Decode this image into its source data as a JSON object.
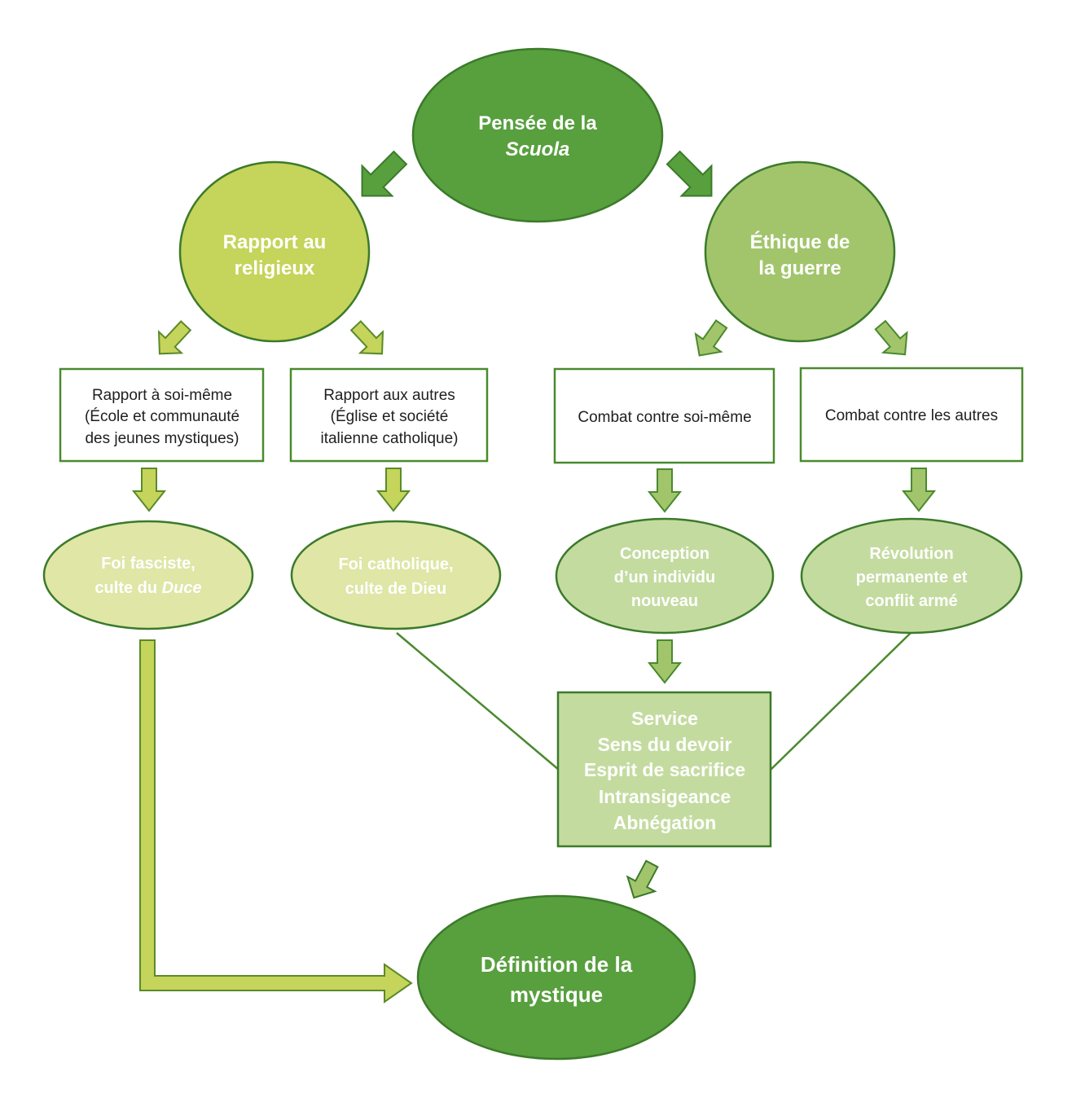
{
  "colors": {
    "dark_green": "#589f3e",
    "dark_green_stroke": "#3b7a2a",
    "lime": "#c5d45a",
    "lime_light": "#dfe6a6",
    "mid_green": "#a2c56c",
    "pale_green": "#c4dba0",
    "outline": "#4a8a2e",
    "box_text": "#1f1f1f"
  },
  "nodes": {
    "root": {
      "lines": [
        {
          "text": "Pensée de la",
          "italic": false
        },
        {
          "text": "Scuola",
          "italic": true
        }
      ]
    },
    "religion": {
      "lines": [
        {
          "text": "Rapport au",
          "italic": false
        },
        {
          "text": "religieux",
          "italic": false
        }
      ]
    },
    "war": {
      "lines": [
        {
          "text": "Éthique de",
          "italic": false
        },
        {
          "text": "la guerre",
          "italic": false
        }
      ]
    },
    "self_relation": {
      "lines": [
        {
          "text": "Rapport à soi-même",
          "italic": false
        },
        {
          "text": "(École et communauté",
          "italic": false
        },
        {
          "text": "des jeunes mystiques)",
          "italic": false
        }
      ]
    },
    "others_relation": {
      "lines": [
        {
          "text": "Rapport aux autres",
          "italic": false
        },
        {
          "text": "(Église et société",
          "italic": false
        },
        {
          "text": "italienne catholique)",
          "italic": false
        }
      ]
    },
    "self_combat": {
      "lines": [
        {
          "text": "Combat contre soi-même",
          "italic": false
        }
      ]
    },
    "others_combat": {
      "lines": [
        {
          "text": "Combat contre les autres",
          "italic": false
        }
      ]
    },
    "fascist_faith": {
      "lines": [
        {
          "text": "Foi fasciste,",
          "italic": false
        },
        {
          "text": "culte du ",
          "italic": false,
          "suffix": "Duce"
        }
      ]
    },
    "catholic_faith": {
      "lines": [
        {
          "text": "Foi catholique,",
          "italic": false
        },
        {
          "text": "culte de Dieu",
          "italic": false
        }
      ]
    },
    "new_individual": {
      "lines": [
        {
          "text": "Conception",
          "italic": false
        },
        {
          "text": "d’un individu",
          "italic": false
        },
        {
          "text": "nouveau",
          "italic": false
        }
      ]
    },
    "revolution": {
      "lines": [
        {
          "text": "Révolution",
          "italic": false
        },
        {
          "text": "permanente et",
          "italic": false
        },
        {
          "text": "conflit armé",
          "italic": false
        }
      ]
    },
    "values": {
      "lines": [
        {
          "text": "Service",
          "italic": false
        },
        {
          "text": "Sens du devoir",
          "italic": false
        },
        {
          "text": "Esprit de sacrifice",
          "italic": false
        },
        {
          "text": "Intransigeance",
          "italic": false
        },
        {
          "text": "Abnégation",
          "italic": false
        }
      ]
    },
    "definition": {
      "lines": [
        {
          "text": "Définition de la",
          "italic": false
        },
        {
          "text": "mystique",
          "italic": false
        }
      ]
    }
  },
  "edges": [
    {
      "from": "root",
      "to": "religion",
      "style": "block-arrow"
    },
    {
      "from": "root",
      "to": "war",
      "style": "block-arrow"
    },
    {
      "from": "religion",
      "to": "self_relation",
      "style": "block-arrow"
    },
    {
      "from": "religion",
      "to": "others_relation",
      "style": "block-arrow"
    },
    {
      "from": "war",
      "to": "self_combat",
      "style": "block-arrow"
    },
    {
      "from": "war",
      "to": "others_combat",
      "style": "block-arrow"
    },
    {
      "from": "self_relation",
      "to": "fascist_faith",
      "style": "block-arrow"
    },
    {
      "from": "others_relation",
      "to": "catholic_faith",
      "style": "block-arrow"
    },
    {
      "from": "self_combat",
      "to": "new_individual",
      "style": "block-arrow"
    },
    {
      "from": "others_combat",
      "to": "revolution",
      "style": "block-arrow"
    },
    {
      "from": "catholic_faith",
      "to": "values",
      "style": "line"
    },
    {
      "from": "new_individual",
      "to": "values",
      "style": "block-arrow"
    },
    {
      "from": "revolution",
      "to": "values",
      "style": "line"
    },
    {
      "from": "values",
      "to": "definition",
      "style": "block-arrow"
    },
    {
      "from": "fascist_faith",
      "to": "definition",
      "style": "elbow-arrow"
    }
  ]
}
